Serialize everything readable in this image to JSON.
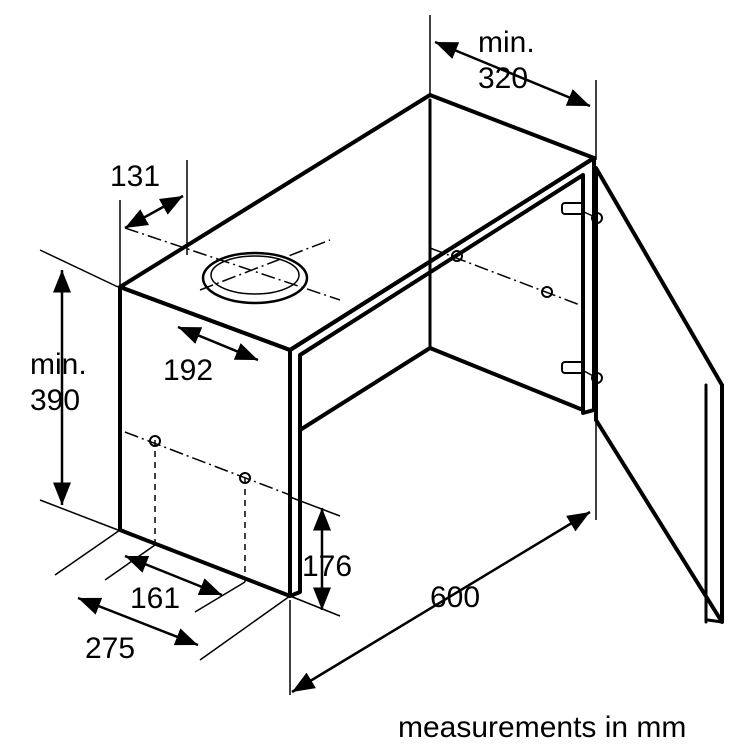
{
  "diagram": {
    "dimensions": {
      "top_depth_label": "min.",
      "top_depth_value": "320",
      "side_offset": "131",
      "height_label": "min.",
      "height_value": "390",
      "hole_diameter": "192",
      "bottom_height": "176",
      "bottom_offset_1": "161",
      "bottom_offset_2": "275",
      "width": "600"
    },
    "note": "measurements in mm"
  }
}
